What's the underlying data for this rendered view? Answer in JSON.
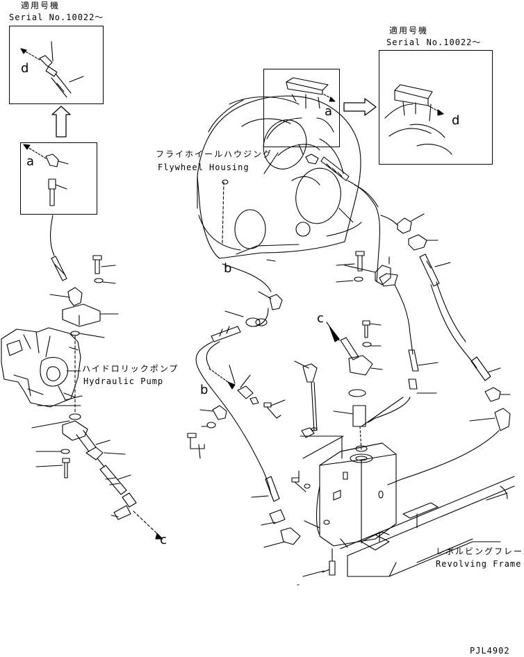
{
  "serial_left": {
    "jp": "適用号機",
    "en": "Serial No.10022～"
  },
  "serial_right": {
    "jp": "適用号機",
    "en": "Serial No.10022～"
  },
  "flywheel": {
    "jp": "フライホイールハウジング",
    "en": "Flywheel Housing"
  },
  "pump": {
    "jp": "ハイドロリックポンプ",
    "en": "Hydraulic Pump"
  },
  "frame": {
    "jp": "レボルビングフレーム",
    "en": "Revolving Frame"
  },
  "refs": {
    "a": "a",
    "b": "b",
    "c": "c",
    "d": "d"
  },
  "drawing_no": "PJL4902"
}
